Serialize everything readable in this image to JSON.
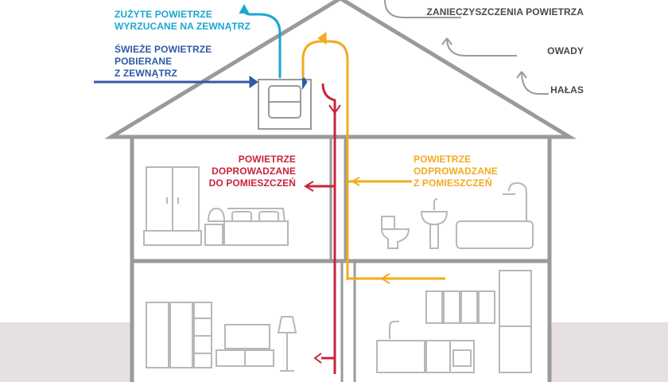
{
  "colors": {
    "exhaust": "#1aa7d1",
    "fresh": "#2f5aa8",
    "supply": "#c8243b",
    "extract": "#f2aa1f",
    "outline": "#9a9a9a",
    "ground": "#e6e1e0",
    "text_gray": "#4a4a4a"
  },
  "labels": {
    "exhaust": [
      "ZUŻYTE POWIETRZE",
      "WYRZUCANE NA ZEWNĄTRZ"
    ],
    "fresh": [
      "ŚWIEŻE POWIETRZE",
      "POBIERANE",
      "Z ZEWNĄTRZ"
    ],
    "supply": [
      "POWIETRZE",
      "DOPROWADZANE",
      "DO POMIESZCZEŃ"
    ],
    "extract": [
      "POWIETRZE",
      "ODPROWADZANE",
      "Z POMIESZCZEŃ"
    ],
    "filters": [
      "ZANIECZYSZCZENIA POWIETRZA",
      "OWADY",
      "HAŁAS"
    ]
  },
  "icons": [
    "recuperator-unit-icon",
    "wardrobe-icon",
    "bedside-lamp-icon",
    "bed-icon",
    "toilet-icon",
    "washbasin-icon",
    "bathtub-icon",
    "shower-icon",
    "bookshelf-icon",
    "tv-icon",
    "floor-lamp-icon",
    "kitchen-cabinets-icon",
    "kitchen-sink-icon",
    "stove-icon",
    "fridge-icon"
  ]
}
